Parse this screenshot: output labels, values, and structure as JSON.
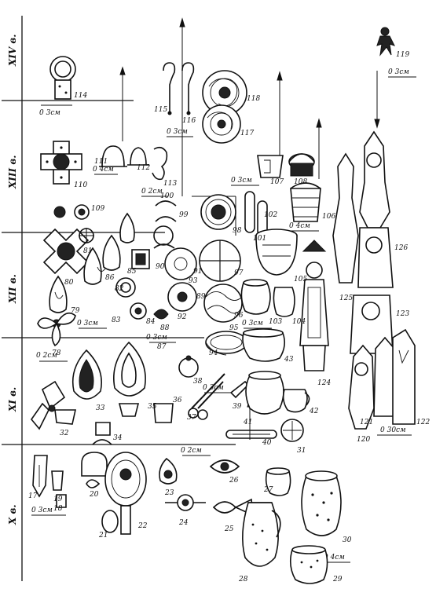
{
  "centuries": [
    "XIV в.",
    "XIII в.",
    "XII в.",
    "XI в.",
    "X в."
  ],
  "scales": [
    "0  3см",
    "0  4см",
    "0  2см",
    "0  3см",
    "0  2см",
    "0  3см",
    "0  4см",
    "0  3см",
    "0  3см",
    "0  3см",
    "0  2см",
    "0  3см",
    "0  3см",
    "0  30см",
    "0  4см",
    "0  3см"
  ],
  "item_numbers": [
    "114",
    "115",
    "116",
    "117",
    "118",
    "119",
    "110",
    "111",
    "112",
    "113",
    "107",
    "108",
    "106",
    "109",
    "100",
    "99",
    "98",
    "102",
    "101",
    "81",
    "80",
    "79",
    "78",
    "85",
    "86",
    "82",
    "91",
    "90",
    "89",
    "93",
    "97",
    "84",
    "83",
    "88",
    "92",
    "96",
    "103",
    "104",
    "105",
    "125",
    "126",
    "123",
    "95",
    "94",
    "87",
    "43",
    "124",
    "38",
    "37",
    "39",
    "33",
    "32",
    "35",
    "36",
    "34",
    "41",
    "42",
    "40",
    "31",
    "121",
    "122",
    "120",
    "17",
    "19",
    "18",
    "20",
    "21",
    "22",
    "23",
    "24",
    "25",
    "26",
    "27",
    "28",
    "30",
    "29"
  ]
}
